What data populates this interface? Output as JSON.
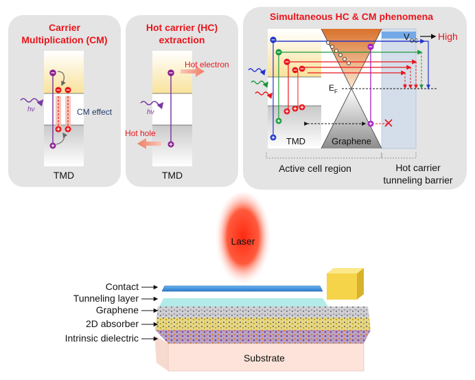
{
  "panels": {
    "cm": {
      "title_line1": "Carrier",
      "title_line2": "Multiplication (CM)",
      "effect_label": "CM effect",
      "photon_label": "hν",
      "material": "TMD"
    },
    "hc": {
      "title_line1": "Hot carrier (HC)",
      "title_line2": "extraction",
      "hot_electron": "Hot electron",
      "hot_hole": "Hot hole",
      "photon_label": "hν",
      "material": "TMD"
    },
    "sim": {
      "title": "Simultaneous HC & CM phenomena",
      "voc": "V",
      "voc_sub": "OC",
      "high": "High",
      "fermi": "E",
      "fermi_sub": "F",
      "tmd": "TMD",
      "graphene": "Graphene",
      "region_active": "Active cell region",
      "region_barrier_line1": "Hot carrier",
      "region_barrier_line2": "tunneling barrier"
    }
  },
  "device": {
    "laser": "Laser",
    "substrate": "Substrate",
    "layers": [
      "Contact",
      "Tunneling layer",
      "Graphene",
      "2D absorber",
      "Intrinsic dielectric"
    ]
  },
  "colors": {
    "accent_red": "#e8141b",
    "panel_bg": "#e4e4e4",
    "band_yellow": "#fbe9a6",
    "band_gray": "#cfcfcf",
    "electron": "#8a1f8f",
    "arrow_pink": "#f29a86",
    "contact_blue": "#4a90e2",
    "contact_gold": "#f5d44a",
    "substrate": "#fde3d9"
  }
}
